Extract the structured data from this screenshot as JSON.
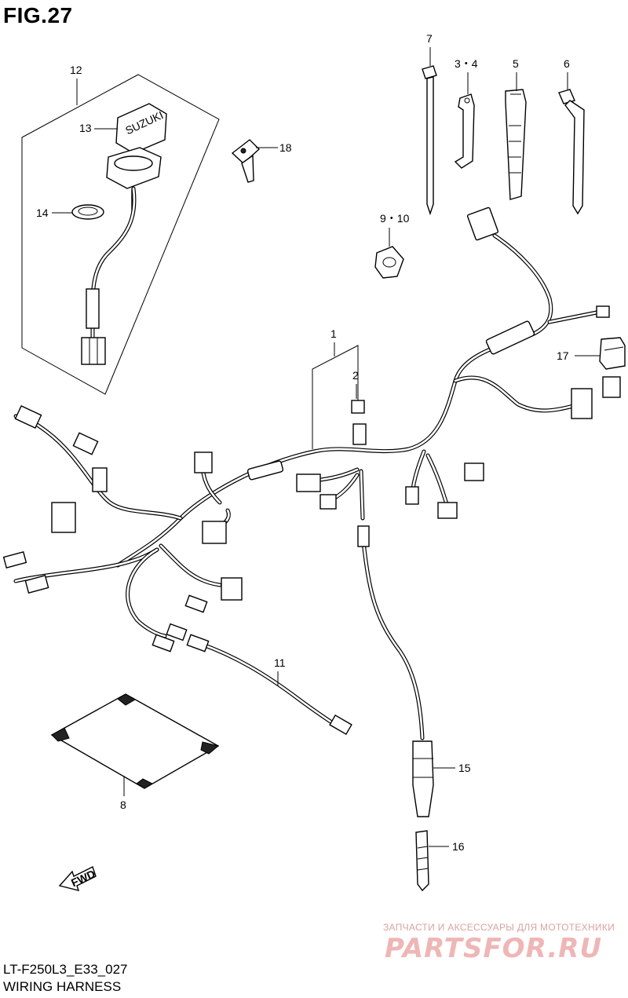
{
  "figure": {
    "title": "FIG.27",
    "code": "LT-F250L3_E33_027",
    "name": "WIRING HARNESS"
  },
  "callouts": {
    "c1": "1",
    "c2": "2",
    "c34": "3・4",
    "c5": "5",
    "c6": "6",
    "c7": "7",
    "c8": "8",
    "c910": "9・10",
    "c11": "11",
    "c12": "12",
    "c13": "13",
    "c14": "14",
    "c15": "15",
    "c16": "16",
    "c17": "17",
    "c18": "18"
  },
  "labels": {
    "fwd": "FWD",
    "switch_brand": "SUZUKI"
  },
  "watermark": {
    "tagline": "ЗАПЧАСТИ И АКСЕССУАРЫ ДЛЯ МОТОТЕХНИКИ",
    "brand": "PARTSFOR.RU",
    "color": "#efb6b6"
  }
}
